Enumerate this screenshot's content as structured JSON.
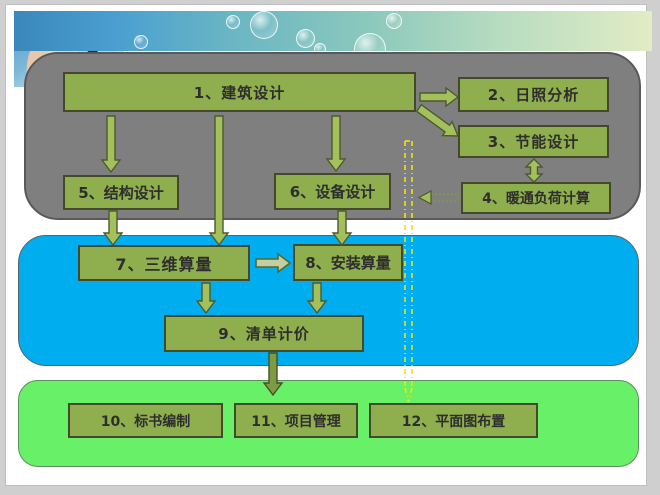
{
  "flowchart": {
    "steps": [
      {
        "id": "1",
        "label": "1、建筑设计"
      },
      {
        "id": "2",
        "label": "2、日照分析"
      },
      {
        "id": "3",
        "label": "3、节能设计"
      },
      {
        "id": "4",
        "label": "4、暖通负荷计算"
      },
      {
        "id": "5",
        "label": "5、结构设计"
      },
      {
        "id": "6",
        "label": "6、设备设计"
      },
      {
        "id": "7",
        "label": "7、三维算量"
      },
      {
        "id": "8",
        "label": "8、安装算量"
      },
      {
        "id": "9",
        "label": "9、清单计价"
      },
      {
        "id": "10",
        "label": "10、标书编制"
      },
      {
        "id": "11",
        "label": "11、项目管理"
      },
      {
        "id": "12",
        "label": "12、平面图布置"
      }
    ],
    "connections": [
      "1→2",
      "1→3",
      "3↔4",
      "4⇢dashed-line",
      "1→5",
      "1→7",
      "1→6",
      "5→7",
      "6→8",
      "7→8",
      "7→9",
      "8→9",
      "9→10-section",
      "12⇡dashed-line"
    ]
  },
  "colors": {
    "panel_gray": "#7f7f7f",
    "panel_blue": "#00aeef",
    "panel_green": "#68f168",
    "box_fill": "#8fae4e",
    "box_border": "#44492c",
    "arrow_fill": "#a4c05d",
    "arrow_dark_fill": "#7d9b42",
    "dashed_line_yellow": "#ece800",
    "banner_blue": "#4a9fd0",
    "banner_pale_green": "#e2ecc5"
  },
  "icons": {
    "hand_pen_photo": "hand holding fountain pen over blue bubble background"
  }
}
